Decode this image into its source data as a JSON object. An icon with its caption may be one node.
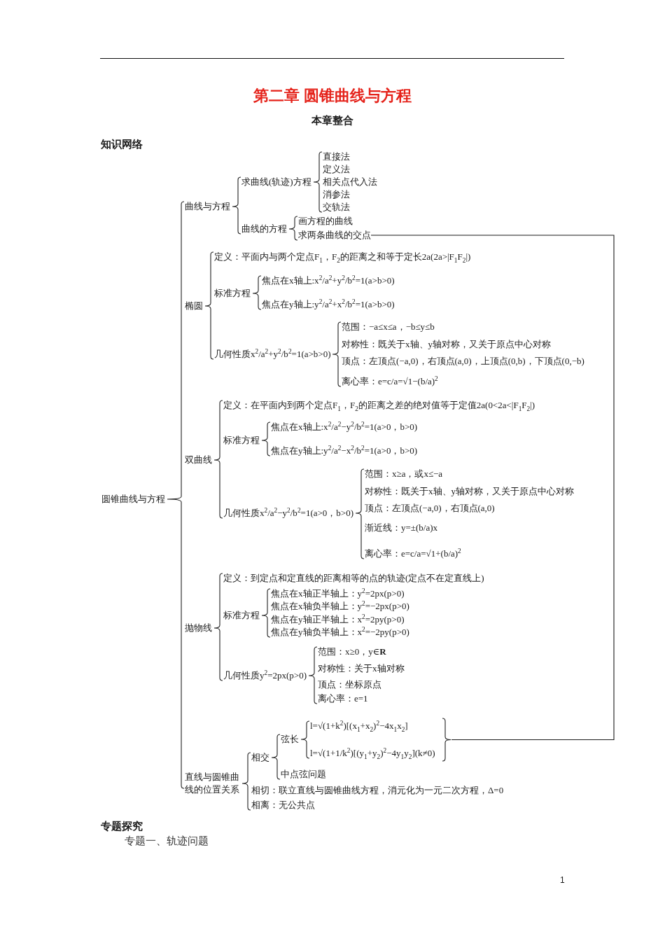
{
  "diagram": {
    "title": "第二章 圆锥曲线与方程",
    "nodes": [
      {
        "text": [
          "求两条曲线的交点"
        ]
      },
      {
        "text": [],
        "shape": "brace"
      }
    ],
    "edges": [
      {
        "from": 0,
        "to": 1,
        "arrow": "none"
      }
    ],
    "labels": [
      "本章整合",
      "知识网络",
      "圆锥曲线与方程",
      "曲线与方程",
      "求曲线(轨迹)方程",
      "直接法",
      "定义法",
      "相关点代入法",
      "消参法",
      "交轨法",
      "曲线的方程",
      "画方程的曲线",
      "椭圆",
      "定义：平面内与两个定点F$_{1}$，F$_{2}$的距离之和等于定长2a(2a>|F$_{1}$F$_{2}$|)",
      "标准方程",
      "焦点在x轴上:x$^{2}$/a$^{2}$+y$^{2}$/b$^{2}$=1(a>b>0)",
      "焦点在y轴上:y$^{2}$/a$^{2}$+x$^{2}$/b$^{2}$=1(a>b>0)",
      "几何性质x$^{2}$/a$^{2}$+y$^{2}$/b$^{2}$=1(a>b>0)",
      "范围：−a≤x≤a，−b≤y≤b",
      "对称性：既关于x轴、y轴对称，又关于原点中心对称",
      "顶点：左顶点(−a,0)，右顶点(a,0)，上顶点(0,b)，下顶点(0,−b)",
      "离心率：e=c/a=√1−(b/a)$^{2}$",
      "双曲线",
      "定义：在平面内到两个定点F$_{1}$，F$_{2}$的距离之差的绝对值等于定值2a(0<2a<|F$_{1}$F$_{2}$|)",
      "标准方程",
      "焦点在x轴上:x$^{2}$/a$^{2}$−y$^{2}$/b$^{2}$=1(a>0，b>0)",
      "焦点在y轴上:y$^{2}$/a$^{2}$−x$^{2}$/b$^{2}$=1(a>0，b>0)",
      "几何性质x$^{2}$/a$^{2}$−y$^{2}$/b$^{2}$=1(a>0，b>0)",
      "范围：x≥a，或x≤−a",
      "对称性：既关于x轴、y轴对称，又关于原点中心对称",
      "顶点：左顶点(−a,0)，右顶点(a,0)",
      "渐近线：y=±(b/a)x",
      "离心率：e=c/a=√1+(b/a)$^{2}$",
      "抛物线",
      "定义：到定点和定直线的距离相等的点的轨迹(定点不在定直线上)",
      "标准方程",
      "焦点在x轴正半轴上：y$^{2}$=2px(p>0)",
      "焦点在x轴负半轴上：y$^{2}$=−2px(p>0)",
      "焦点在y轴正半轴上：x$^{2}$=2py(p>0)",
      "焦点在y轴负半轴上：x$^{2}$=−2py(p>0)",
      "几何性质y$^{2}$=2px(p>0)",
      "范围：x≥0，y∈**R**",
      "对称性：关于x轴对称",
      "顶点：坐标原点",
      "离心率：e=1",
      "直线与圆锥曲线的位置关系",
      "相交",
      "弦长",
      "l=√(1+k$^{2}$)[(x$_{1}$+x$_{2}$)$^{2}$−4x$_{1}$x$_{2}$]",
      "l=√(1+1/k$^{2}$)[(y$_{1}$+y$_{2}$)$^{2}$−4y$_{1}$y$_{2}$](k≠0)",
      "中点弦问题",
      "相切：联立直线与圆锥曲线方程，消元化为一元二次方程，Δ=0",
      "相离：无公共点",
      "专题探究",
      "专题一、轨迹问题",
      "1"
    ]
  }
}
